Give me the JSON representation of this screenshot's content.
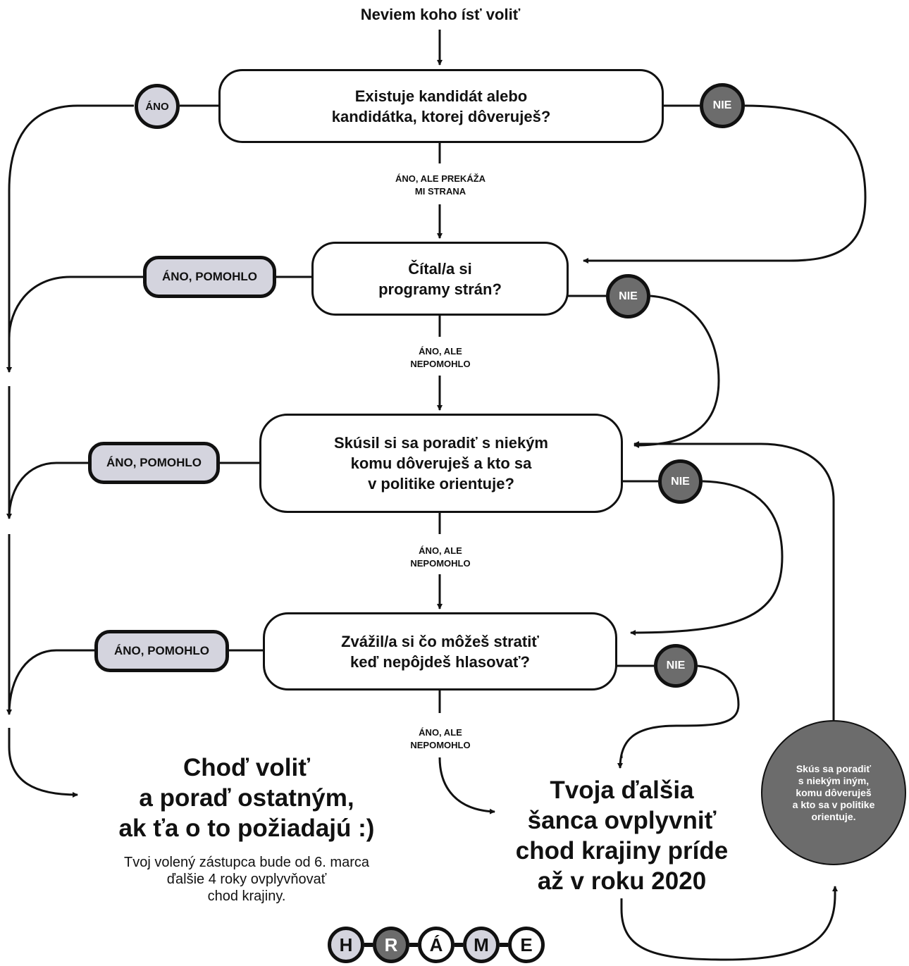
{
  "title": "Neviem koho ísť voliť",
  "questions": {
    "q1": "Existuje kandidát alebo\nkandidátka, ktorej dôveruješ?",
    "q2": "Čítal/a si\nprogramy strán?",
    "q3": "Skúsil si sa poradiť s niekým\nkomu dôveruješ a kto sa\nv politike orientuje?",
    "q4": "Zvážil/a si čo môžeš stratiť\nkeď nepôjdeš hlasovať?"
  },
  "yes": {
    "q1": "ÁNO",
    "q2": "ÁNO, POMOHLO",
    "q3": "ÁNO, POMOHLO",
    "q4": "ÁNO, POMOHLO"
  },
  "no": {
    "q1": "NIE",
    "q2": "NIE",
    "q3": "NIE",
    "q4": "NIE"
  },
  "down_labels": {
    "q1": "ÁNO, ALE PREKÁŽA\nMI STRANA",
    "q2": "ÁNO, ALE\nNEPOMOHLO",
    "q3": "ÁNO, ALE\nNEPOMOHLO",
    "q4": "ÁNO, ALE\nNEPOMOHLO"
  },
  "outcome_vote": {
    "heading": "Choď voliť\na poraď ostatným,\nak ťa o to požiadajú :)",
    "note": "Tvoj volený zástupca bude od 6. marca\nďalšie 4 roky ovplyvňovať\nchod krajiny."
  },
  "outcome_wait": {
    "heading": "Tvoja ďalšia\nšanca ovplyvniť\nchod krajiny príde\naž v roku 2020"
  },
  "advice_circle": "Skús sa poradiť\ns niekým iným,\nkomu dôveruješ\na kto sa v politike\norientuje.",
  "logo": {
    "letters": [
      "H",
      "R",
      "Á",
      "M",
      "E"
    ]
  },
  "colors": {
    "dark_circle": "#6c6c6c",
    "light_pill": "#d4d4de",
    "stroke": "#111111"
  }
}
